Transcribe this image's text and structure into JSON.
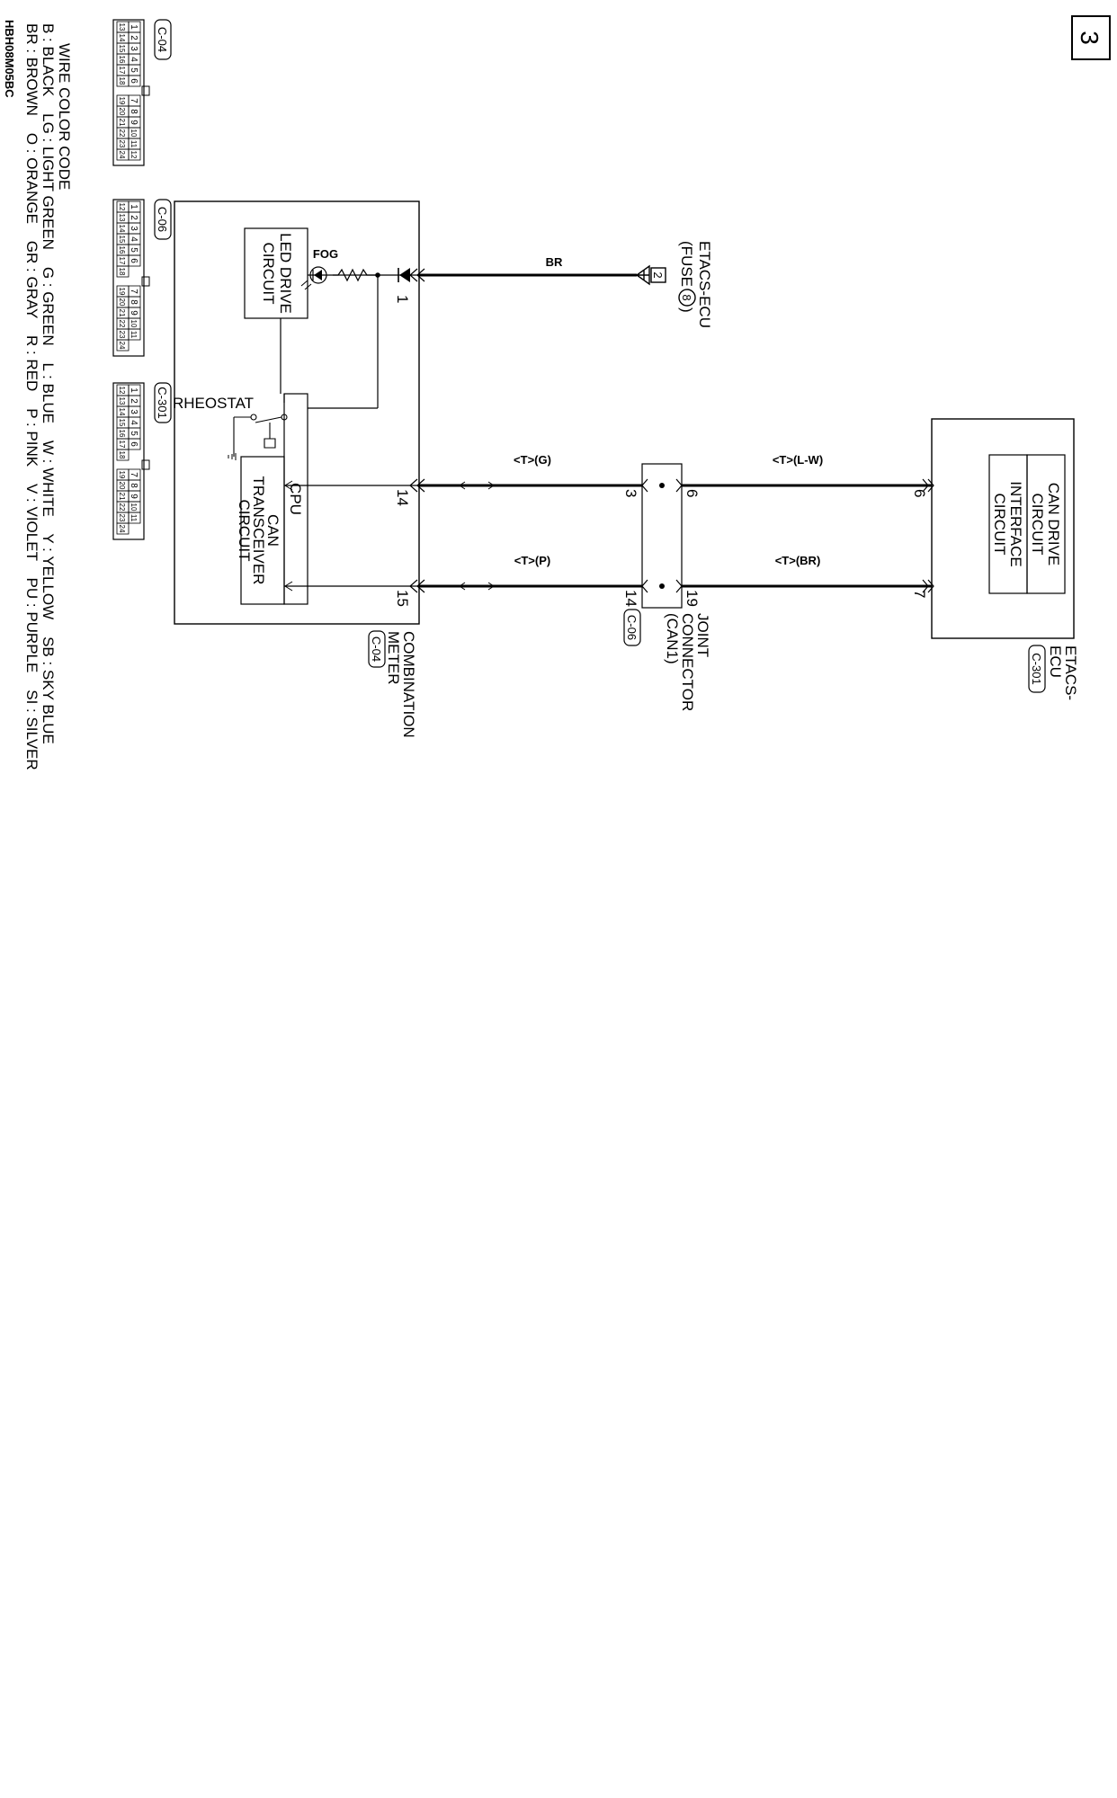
{
  "page_number": "3",
  "etacs_fuse": {
    "name": "ETACS-ECU",
    "fuse_label": "(FUSE",
    "fuse_number": "8",
    "fuse_close": ")",
    "terminal": "2"
  },
  "wires": {
    "power": "BR",
    "can_h_right": "<T>(L-W)",
    "can_l_right": "<T>(BR)",
    "can_h_left": "<T>(G)",
    "can_l_left": "<T>(P)"
  },
  "etacs_ecu": {
    "name_line1": "ETACS-",
    "name_line2": "ECU",
    "connector": "C-301",
    "can_drive_line1": "CAN DRIVE",
    "can_drive_line2": "CIRCUIT",
    "interface_line1": "INTERFACE",
    "interface_line2": "CIRCUIT",
    "pin_can_h": "6",
    "pin_can_l": "7"
  },
  "joint_connector": {
    "line1": "JOINT",
    "line2": "CONNECTOR",
    "line3": "(CAN1)",
    "connector": "C-06",
    "pin_right_h": "6",
    "pin_right_l": "19",
    "pin_left_h": "3",
    "pin_left_l": "14"
  },
  "combination_meter": {
    "name_line1": "COMBINATION",
    "name_line2": "METER",
    "connector": "C-04",
    "pin_power": "1",
    "pin_can_h": "14",
    "pin_can_l": "15",
    "can_transceiver_line1": "CAN",
    "can_transceiver_line2": "TRANSCEIVER",
    "can_transceiver_line3": "CIRCUIT",
    "cpu": "CPU",
    "led_drive_line1": "LED DRIVE",
    "led_drive_line2": "CIRCUIT",
    "fog": "FOG",
    "rheostat": "RHEOSTAT"
  },
  "connector_views": [
    {
      "id": "C-04",
      "top_row": [
        "1",
        "2",
        "3",
        "4",
        "5",
        "6",
        "7",
        "8",
        "9",
        "10",
        "11",
        "12"
      ],
      "bottom_row": [
        "13",
        "14",
        "15",
        "16",
        "17",
        "18",
        "19",
        "20",
        "21",
        "22",
        "23",
        "24"
      ]
    },
    {
      "id": "C-06",
      "top_row": [
        "1",
        "2",
        "3",
        "4",
        "5",
        "6",
        "7",
        "8",
        "9",
        "10",
        "11"
      ],
      "bottom_row": [
        "12",
        "13",
        "14",
        "15",
        "16",
        "17",
        "18",
        "19",
        "20",
        "21",
        "22",
        "23",
        "24"
      ]
    },
    {
      "id": "C-301",
      "top_row": [
        "1",
        "2",
        "3",
        "4",
        "5",
        "6",
        "7",
        "8",
        "9",
        "10",
        "11"
      ],
      "bottom_row": [
        "12",
        "13",
        "14",
        "15",
        "16",
        "17",
        "18",
        "19",
        "20",
        "21",
        "22",
        "23",
        "24"
      ]
    }
  ],
  "wire_color_code": {
    "title": "WIRE COLOR CODE",
    "line1": "B : BLACK    LG : LIGHT GREEN    G : GREEN    L : BLUE    W : WHITE    Y : YELLOW    SB : SKY BLUE",
    "line2": "BR : BROWN    O : ORANGE    GR : GRAY    R : RED    P : PINK    V : VIOLET    PU : PURPLE    SI : SILVER"
  },
  "drawing_code": "HBH08M05BC"
}
